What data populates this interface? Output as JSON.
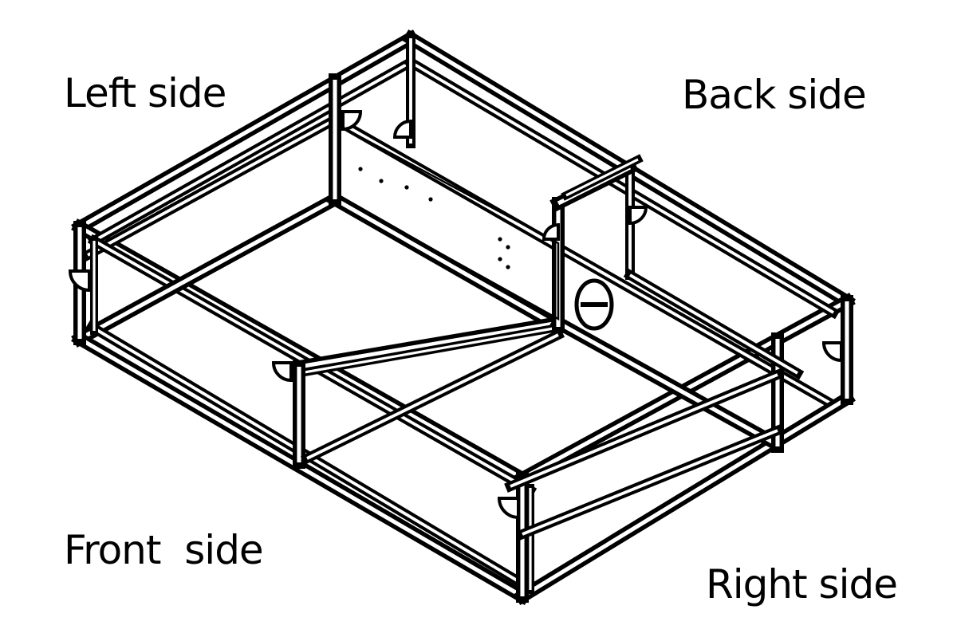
{
  "labels": {
    "left": "Left side",
    "back": "Back side",
    "front": "Front  side",
    "right": "Right side"
  },
  "colors": {
    "stroke": "#000000",
    "fill": "#ffffff"
  }
}
